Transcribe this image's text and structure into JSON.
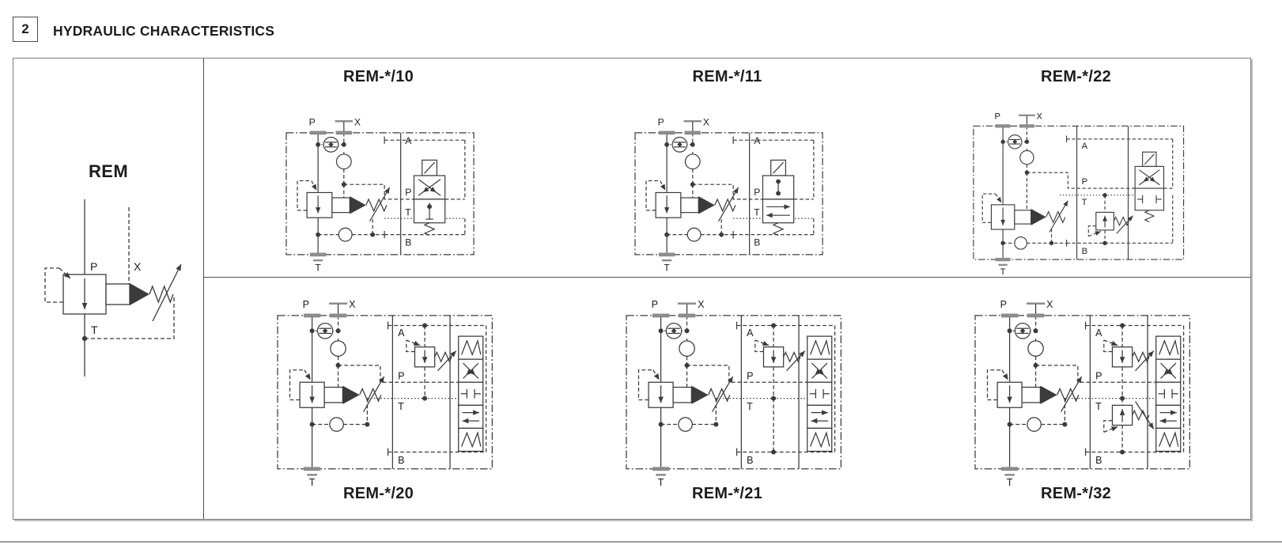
{
  "header": {
    "section_number": "2",
    "title": "HYDRAULIC CHARACTERISTICS"
  },
  "left_panel": {
    "title": "REM",
    "ports": {
      "p": "P",
      "x": "X",
      "t": "T"
    }
  },
  "diagrams": [
    {
      "id": "rem-10",
      "label": "REM-*/10",
      "variant": "v10",
      "row": "top",
      "ports": {
        "p": "P",
        "x": "X",
        "t": "T",
        "right": [
          "A",
          "P",
          "T",
          "B"
        ]
      }
    },
    {
      "id": "rem-11",
      "label": "REM-*/11",
      "variant": "v11",
      "row": "top",
      "ports": {
        "p": "P",
        "x": "X",
        "t": "T",
        "right": [
          "A",
          "P",
          "T",
          "B"
        ]
      }
    },
    {
      "id": "rem-22",
      "label": "REM-*/22",
      "variant": "v22",
      "row": "top",
      "ports": {
        "p": "P",
        "x": "X",
        "t": "T",
        "right": [
          "A",
          "P",
          "T",
          "B"
        ]
      }
    },
    {
      "id": "rem-20",
      "label": "REM-*/20",
      "variant": "v20",
      "row": "bottom",
      "ports": {
        "p": "P",
        "x": "X",
        "t": "T",
        "right": [
          "A",
          "P",
          "T",
          "B"
        ]
      }
    },
    {
      "id": "rem-21",
      "label": "REM-*/21",
      "variant": "v21",
      "row": "bottom",
      "ports": {
        "p": "P",
        "x": "X",
        "t": "T",
        "right": [
          "A",
          "P",
          "T",
          "B"
        ]
      }
    },
    {
      "id": "rem-32",
      "label": "REM-*/32",
      "variant": "v32",
      "row": "bottom",
      "ports": {
        "p": "P",
        "x": "X",
        "t": "T",
        "right": [
          "A",
          "P",
          "T",
          "B"
        ]
      }
    }
  ],
  "colors": {
    "line": "#3b3b3b",
    "text": "#1c1c1c",
    "port_bar": "#8c8c8c",
    "border": "#7d7d7d"
  }
}
